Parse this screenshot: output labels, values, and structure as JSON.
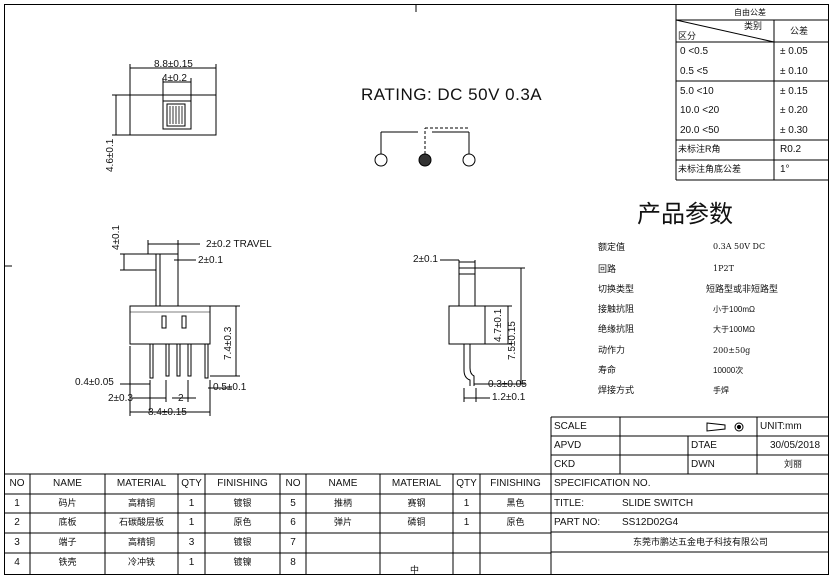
{
  "tolerance_table": {
    "title": "自由公差",
    "header_diag_top": "类别",
    "header_diag_bottom": "区分",
    "header_right": "公差",
    "rows": [
      {
        "range": "0   <0.5",
        "tol": "± 0.05"
      },
      {
        "range": "0.5   <5",
        "tol": "± 0.10"
      },
      {
        "range": "5.0   <10",
        "tol": "± 0.15"
      },
      {
        "range": "10.0  <20",
        "tol": "± 0.20"
      },
      {
        "range": "20.0  <50",
        "tol": "± 0.30"
      }
    ],
    "extra": [
      {
        "label": "未标注R角",
        "value": "R0.2"
      },
      {
        "label": "未标注角底公差",
        "value": "1°"
      }
    ]
  },
  "rating": "RATING: DC  50V  0.3A",
  "params": {
    "title": "产品参数",
    "rows": [
      {
        "label": "额定值",
        "value": "0.3A  50V  DC"
      },
      {
        "label": "回路",
        "value": "1P2T"
      },
      {
        "label": "切换类型",
        "value": "短路型或非短路型"
      },
      {
        "label": "接触抗阻",
        "value": "小于100mΩ"
      },
      {
        "label": "绝缘抗阻",
        "value": "大于100MΩ"
      },
      {
        "label": "动作力",
        "value": "200±50g"
      },
      {
        "label": "寿命",
        "value": "10000次"
      },
      {
        "label": "焊接方式",
        "value": "手焊"
      }
    ]
  },
  "dims": {
    "top_w_total": "8.8±0.15",
    "top_w_inner": "4±0.2",
    "top_h": "4.6±0.1",
    "front_travel": "2±0.2  TRAVEL",
    "front_knob_w": "2±0.1",
    "front_knob_h": "4±0.1",
    "front_body_h": "7.4±0.3",
    "front_pin_w": "0.4±0.05",
    "front_pin_tip": "0.5±0.1",
    "front_pitch_a": "2±0.3",
    "front_pitch_b": "2",
    "front_total": "8.4±0.15",
    "side_knob_w": "2±0.1",
    "side_body": "4.7±0.1",
    "side_total": "7.5±0.15",
    "side_pin": "0.3±0.05",
    "side_width": "1.2±0.1"
  },
  "title_block": {
    "scale_label": "SCALE",
    "unit": "UNIT:mm",
    "apvd_label": "APVD",
    "date_label": "DTAE",
    "date_value": "30/05/2018",
    "ckd_label": "CKD",
    "dwn_label": "DWN",
    "dwn_value": "刘丽",
    "spec_label": "SPECIFICATION NO.",
    "title_label": "TITLE:",
    "title_value": "SLIDE  SWITCH",
    "part_label": "PART NO:",
    "part_value": "SS12D02G4",
    "company": "东莞市鹏达五金电子科技有限公司"
  },
  "bom": {
    "headers": [
      "NO",
      "NAME",
      "MATERIAL",
      "QTY",
      "FINISHING",
      "NO",
      "NAME",
      "MATERIAL",
      "QTY",
      "FINISHING"
    ],
    "rows": [
      [
        "1",
        "码片",
        "高精铜",
        "1",
        "镀银",
        "5",
        "推柄",
        "赛钢",
        "1",
        "黑色"
      ],
      [
        "2",
        "底板",
        "石碳酸层板",
        "1",
        "原色",
        "6",
        "弹片",
        "磷铜",
        "1",
        "原色"
      ],
      [
        "3",
        "端子",
        "高精铜",
        "3",
        "镀银",
        "7",
        "",
        "",
        "",
        ""
      ],
      [
        "4",
        "铁壳",
        "冷冲铁",
        "1",
        "镀镍",
        "8",
        "",
        "",
        "",
        ""
      ]
    ]
  },
  "border_marks": {
    "bottom_mark": "中"
  }
}
